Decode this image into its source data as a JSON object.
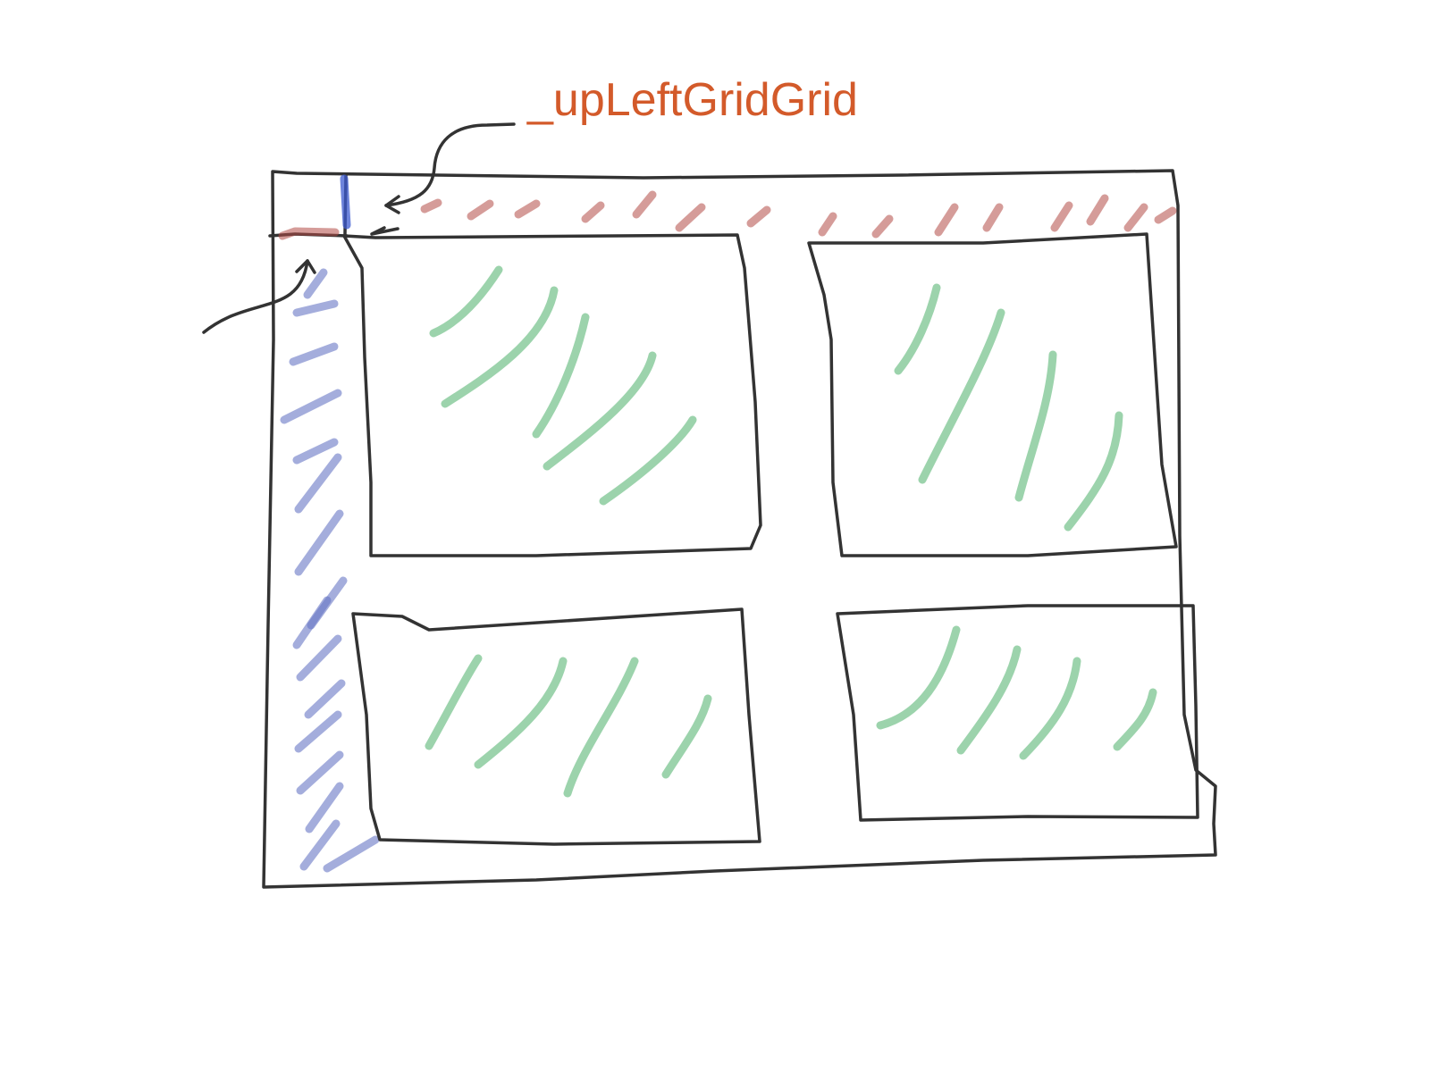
{
  "annotation": {
    "label": "_upLeftGridGrid",
    "label_color": "#d35a2a"
  },
  "colors": {
    "outline": "#333333",
    "header_row_hatch": "#b24a45",
    "header_column_hatch": "#6876c4",
    "corner_cell_hatch": "#3d5bd0",
    "content_hatch": "#3aa75a"
  },
  "content_panels": [
    {
      "name": "panel-top-left"
    },
    {
      "name": "panel-top-right"
    },
    {
      "name": "panel-bottom-left"
    },
    {
      "name": "panel-bottom-right"
    }
  ]
}
